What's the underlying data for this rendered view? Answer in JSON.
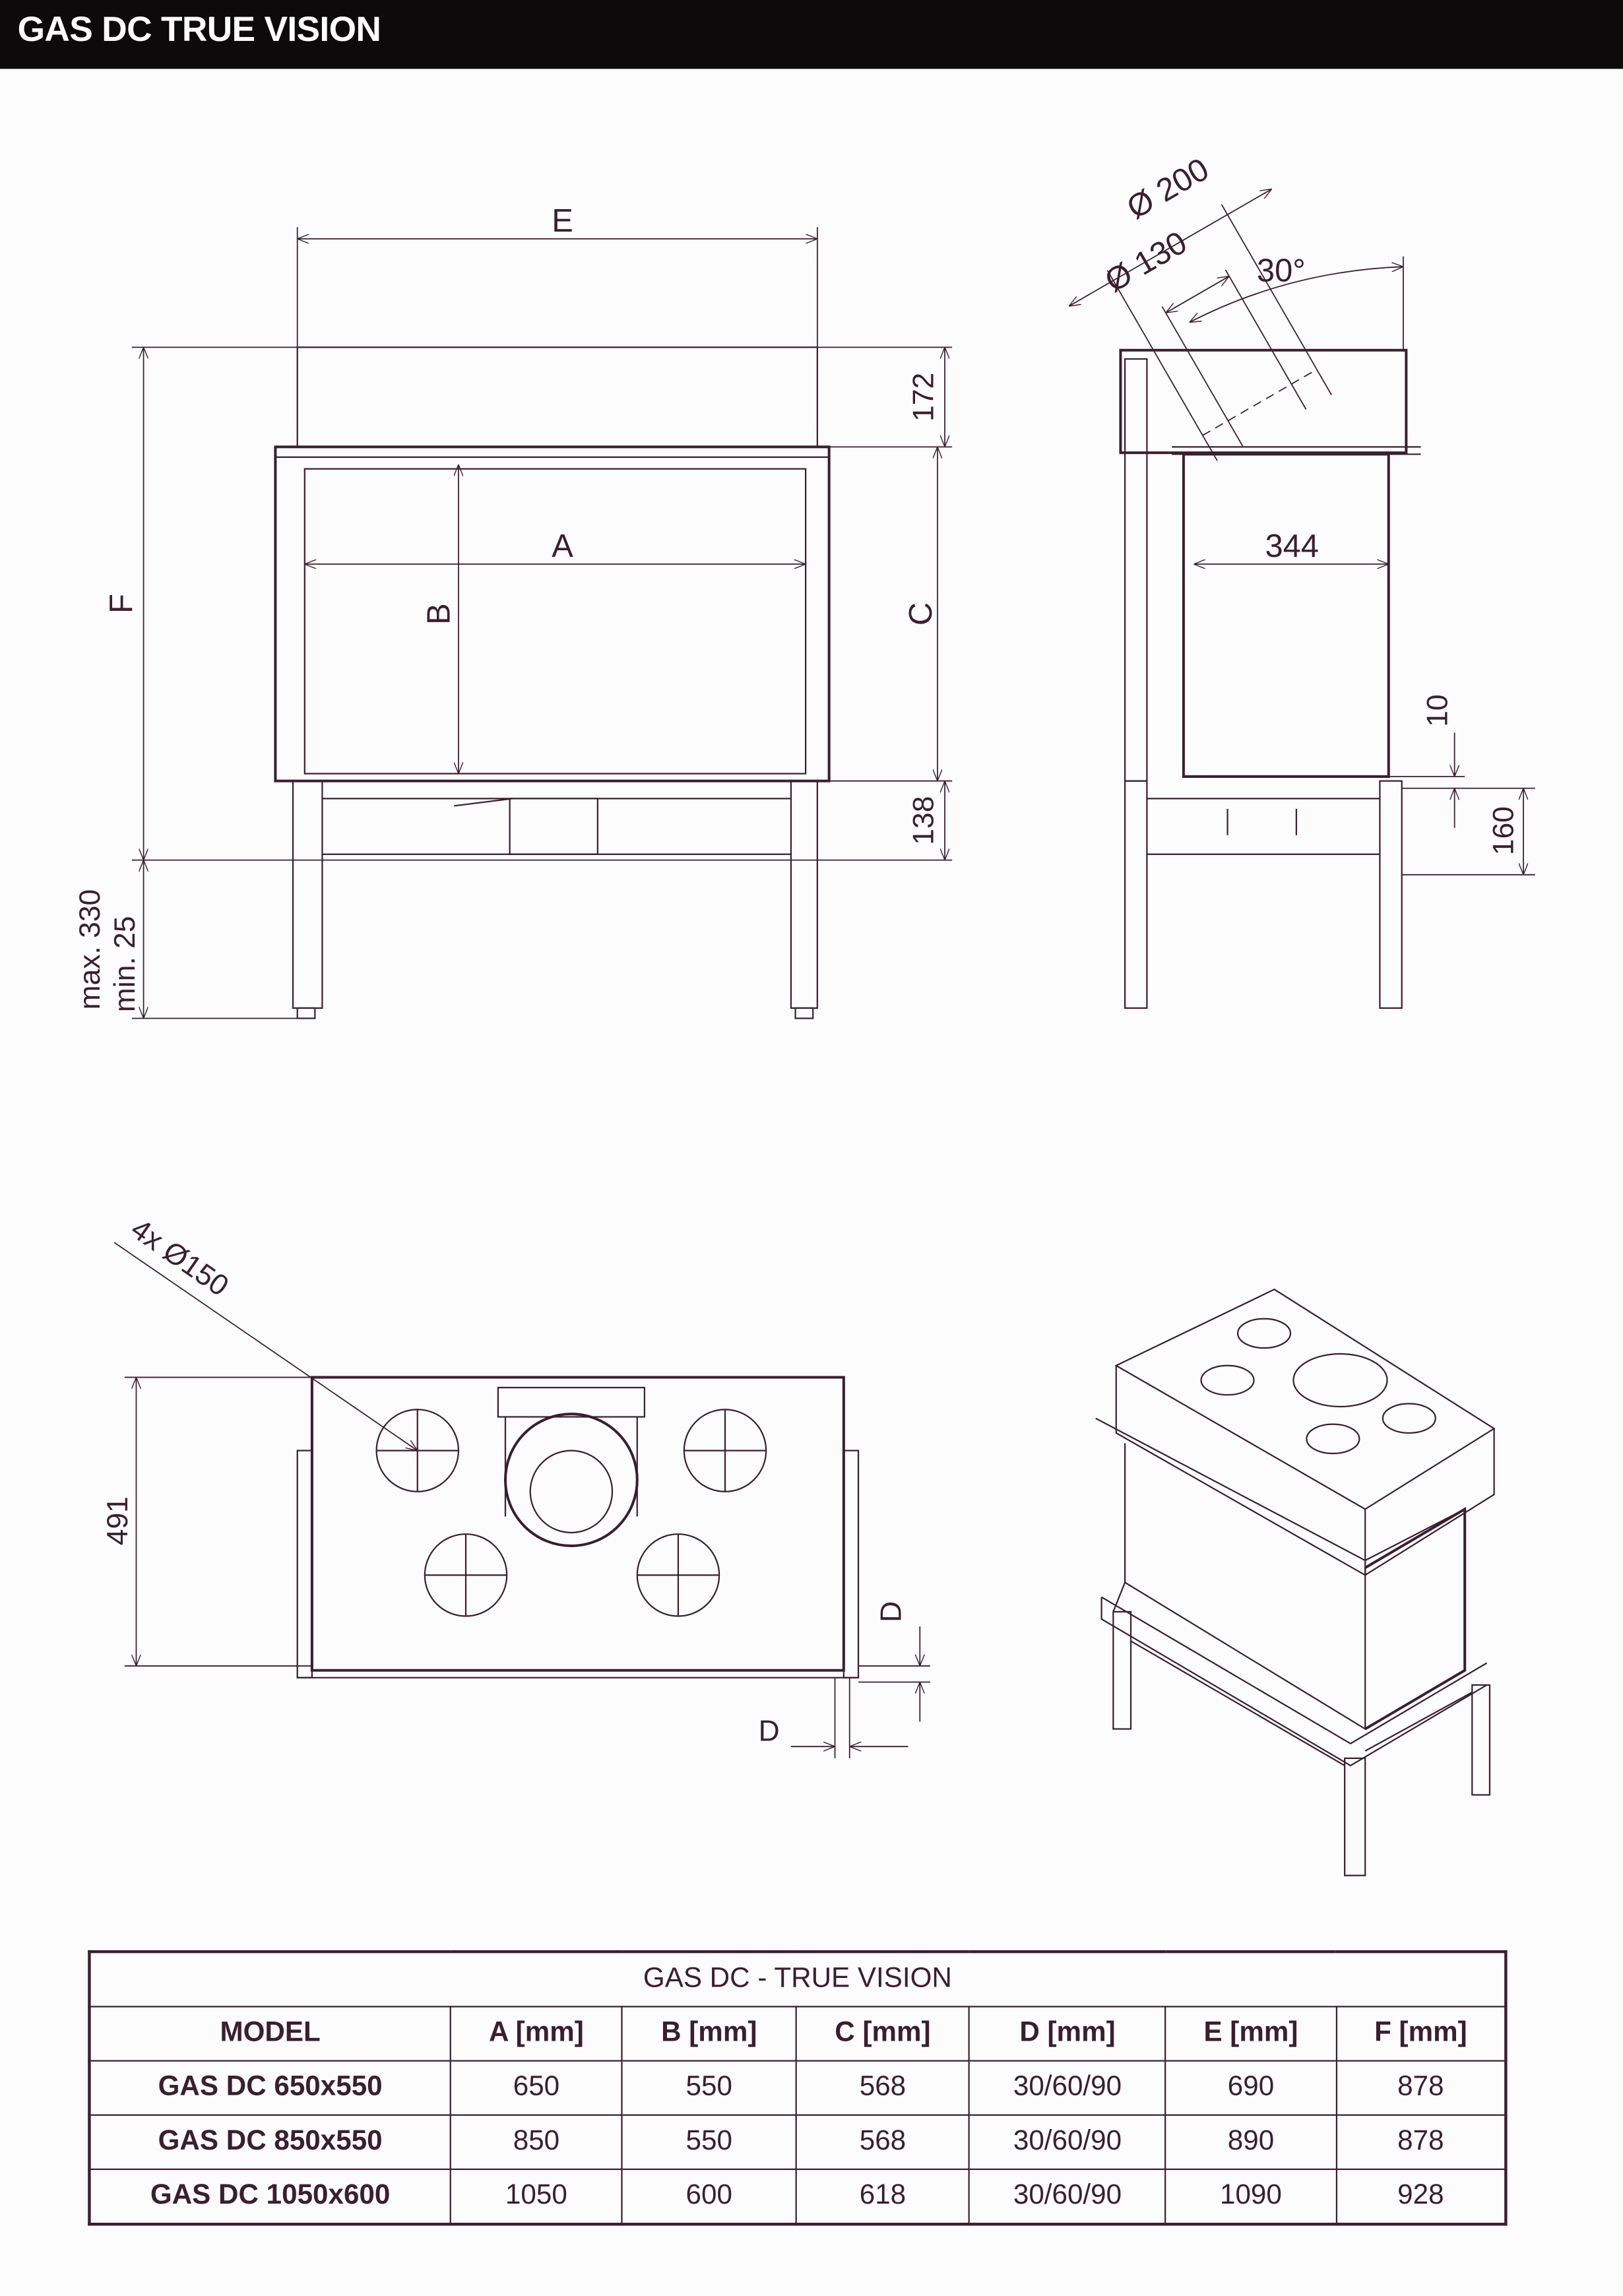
{
  "header": {
    "title": "GAS DC TRUE VISION"
  },
  "front_view": {
    "E": "E",
    "F": "F",
    "A": "A",
    "B": "B",
    "C": "C",
    "dim_172": "172",
    "dim_138": "138",
    "max_label": "max. 330",
    "min_label": "min. 25"
  },
  "side_view": {
    "dia_200": "Ø 200",
    "dia_130": "Ø 130",
    "angle": "30°",
    "dim_344": "344",
    "dim_10": "10",
    "dim_160": "160"
  },
  "plan_view": {
    "holes": "4x Ø150",
    "dim_491": "491",
    "D1": "D",
    "D2": "D"
  },
  "table": {
    "title": "GAS DC - TRUE VISION",
    "headers": [
      "MODEL",
      "A [mm]",
      "B [mm]",
      "C [mm]",
      "D [mm]",
      "E [mm]",
      "F [mm]"
    ],
    "rows": [
      [
        "GAS DC 650x550",
        "650",
        "550",
        "568",
        "30/60/90",
        "690",
        "878"
      ],
      [
        "GAS DC 850x550",
        "850",
        "550",
        "568",
        "30/60/90",
        "890",
        "878"
      ],
      [
        "GAS DC 1050x600",
        "1050",
        "600",
        "618",
        "30/60/90",
        "1090",
        "928"
      ]
    ]
  }
}
